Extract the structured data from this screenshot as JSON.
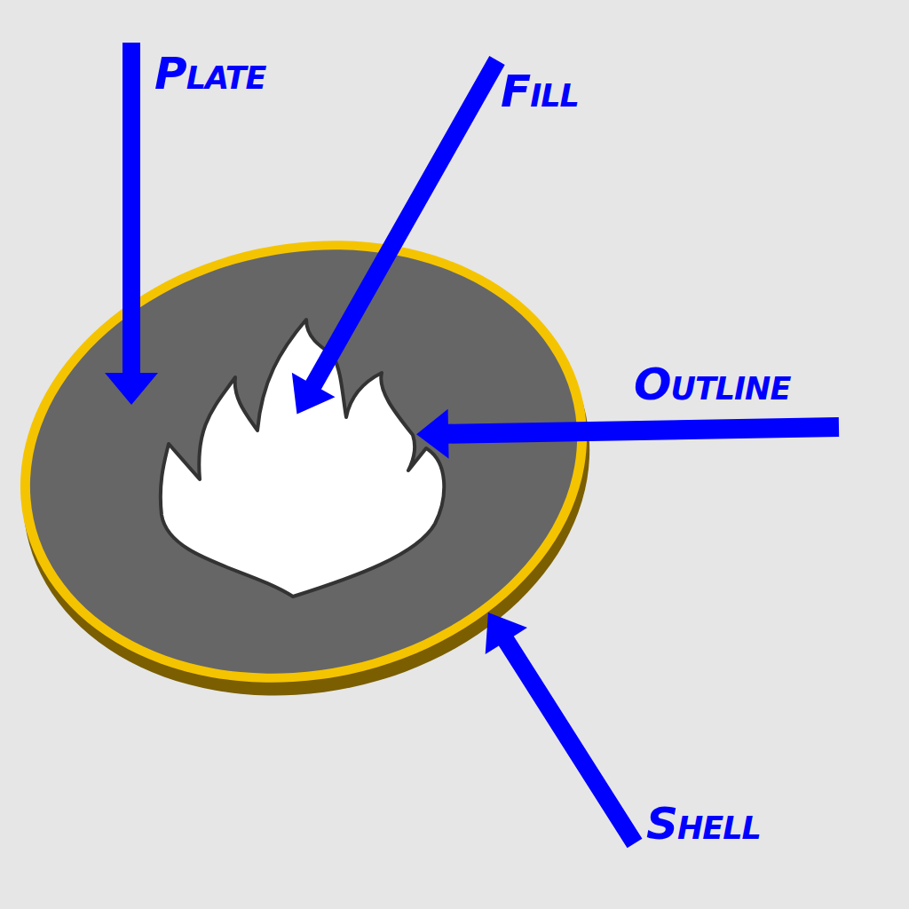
{
  "diagram": {
    "labels": [
      "Plate",
      "Fill",
      "Outline",
      "Shell"
    ]
  }
}
